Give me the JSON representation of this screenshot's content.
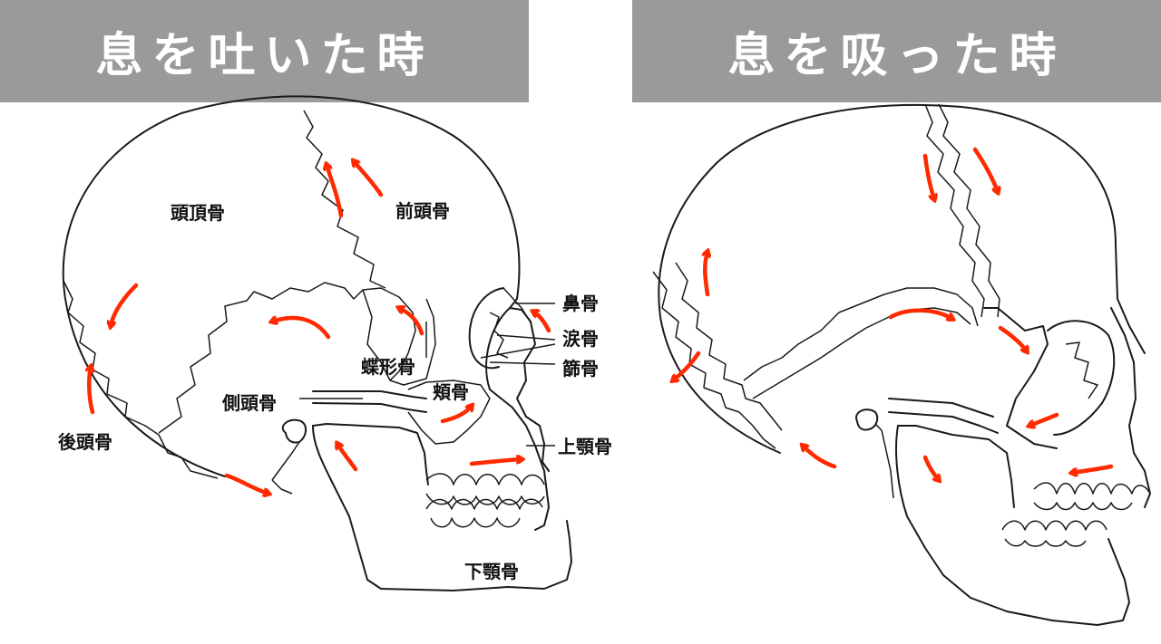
{
  "panels": {
    "left": {
      "title": "息を吐いた時"
    },
    "right": {
      "title": "息を吸った時"
    }
  },
  "labels": {
    "parietal": "頭頂骨",
    "frontal": "前頭骨",
    "nasal": "鼻骨",
    "lacrimal": "涙骨",
    "ethmoid": "篩骨",
    "sphenoid": "蝶形骨",
    "zygomatic": "頬骨",
    "temporal": "側頭骨",
    "occipital": "後頭骨",
    "maxilla": "上顎骨",
    "mandible": "下顎骨"
  },
  "colors": {
    "header_bg": "#9a9a9a",
    "header_text": "#ffffff",
    "arrow": "#ff2a00",
    "outline": "#1a1a1a"
  }
}
